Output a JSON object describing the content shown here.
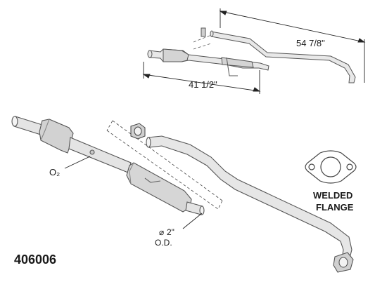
{
  "part_number": "406006",
  "dimensions": {
    "overall_length": "54 7/8\"",
    "front_length": "41 1/2\""
  },
  "callouts": {
    "sensor_label": "O₂",
    "diameter_value": "2\"",
    "diameter_unit": "O.D.",
    "diameter_symbol": "⌀",
    "flange_line1": "WELDED",
    "flange_line2": "FLANGE"
  },
  "colors": {
    "pipe": "#dcdcdc",
    "outline": "#555555",
    "text": "#1a1a1a"
  }
}
